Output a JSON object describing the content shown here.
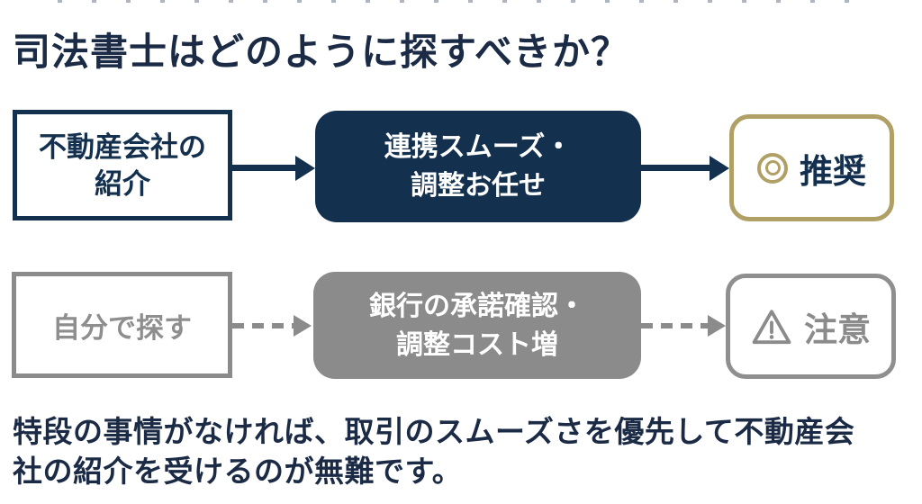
{
  "title": "司法書士はどのように探すべきか？",
  "colors": {
    "navy": "#14304f",
    "title_navy": "#1b2b45",
    "gold": "#b1a066",
    "gray": "#8b8b8b",
    "background": "#ffffff"
  },
  "flow": {
    "recommended": {
      "source_line1": "不動産会社の",
      "source_line2": "紹介",
      "process_line1": "連携スムーズ・",
      "process_line2": "調整お任せ",
      "arrow_style": "solid",
      "verdict_icon": "double-circle-icon",
      "verdict_label": "推奨"
    },
    "caution": {
      "source_label": "自分で探す",
      "process_line1": "銀行の承諾確認・",
      "process_line2": "調整コスト増",
      "arrow_style": "dashed",
      "verdict_icon": "warning-icon",
      "verdict_label": "注意"
    }
  },
  "footer": {
    "line1": "特段の事情がなければ、取引のスムーズさを優先して不動産会",
    "line2": "社の紹介を受けるのが無難です。"
  }
}
